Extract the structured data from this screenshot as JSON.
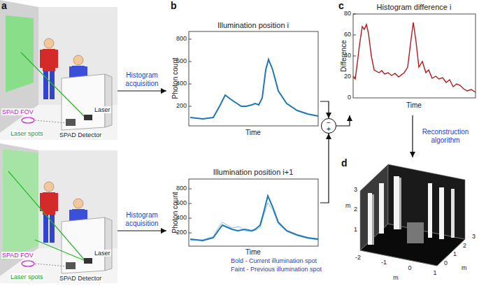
{
  "diagram": {
    "nodes": [
      {
        "text": [
          "a",
          "SPAD FOV",
          "Laser spots",
          "Laser",
          "SPAD Detector"
        ]
      },
      {
        "text": [
          "SPAD FOV",
          "Laser spots",
          "Laser",
          "SPAD Detector"
        ]
      },
      {
        "text": [
          "b",
          "Illumination position i"
        ]
      },
      {
        "text": [
          "Illumination position i+1"
        ]
      },
      {
        "text": [
          "−",
          "+"
        ]
      },
      {
        "text": [
          "c",
          "Histogram difference i"
        ]
      },
      {
        "text": [
          "d"
        ]
      }
    ],
    "edges": [
      {
        "from": 0,
        "to": 2,
        "arrow": "to",
        "label": "Histogram acquisition"
      },
      {
        "from": 1,
        "to": 3,
        "arrow": "to",
        "label": "Histogram acquisition"
      },
      {
        "from": 2,
        "to": 4,
        "arrow": "to"
      },
      {
        "from": 3,
        "to": 4,
        "arrow": "to"
      },
      {
        "from": 4,
        "to": 5,
        "arrow": "to"
      },
      {
        "from": 5,
        "to": 6,
        "arrow": "to",
        "label": "Reconstruction algorithm"
      }
    ],
    "labels": [
      "Photon count",
      "800",
      "600",
      "400",
      "200",
      "Time",
      "Photon count",
      "800",
      "600",
      "400",
      "200",
      "Time",
      "Bold - Current illumination spot",
      "Faint - Previous illumination spot",
      "Difference",
      "80",
      "60",
      "40",
      "20",
      "0",
      "Time",
      "3",
      "2",
      "1",
      "m",
      "-2",
      "-1",
      "0",
      "1",
      "m",
      "0",
      "1",
      "2",
      "3",
      "m"
    ]
  }
}
